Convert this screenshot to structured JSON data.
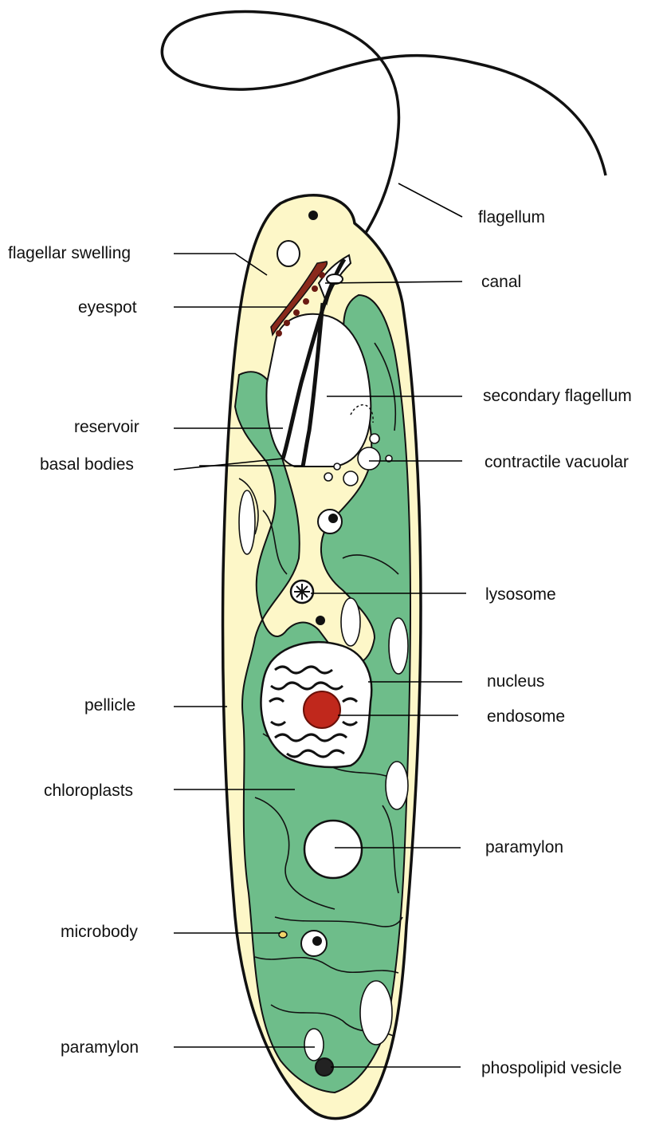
{
  "colors": {
    "cell_body": "#fdf7c8",
    "chloroplast": "#6ebd8a",
    "outline": "#111111",
    "endosome": "#c0281c",
    "eyespot": "#8a2a1c",
    "vacuole": "#ffffff"
  },
  "labels": {
    "flagellum": "flagellum",
    "flagellar_swelling": "flagellar swelling",
    "canal": "canal",
    "eyespot": "eyespot",
    "secondary_flagellum": "secondary flagellum",
    "reservoir": "reservoir",
    "basal_bodies": "basal bodies",
    "contractile_vacuolar": "contractile vacuolar",
    "lysosome": "lysosome",
    "nucleus": "nucleus",
    "pellicle": "pellicle",
    "endosome": "endosome",
    "chloroplasts": "chloroplasts",
    "paramylon_right": "paramylon",
    "microbody": "microbody",
    "paramylon_left": "paramylon",
    "phospolipid_vesicle": "phospolipid vesicle"
  }
}
